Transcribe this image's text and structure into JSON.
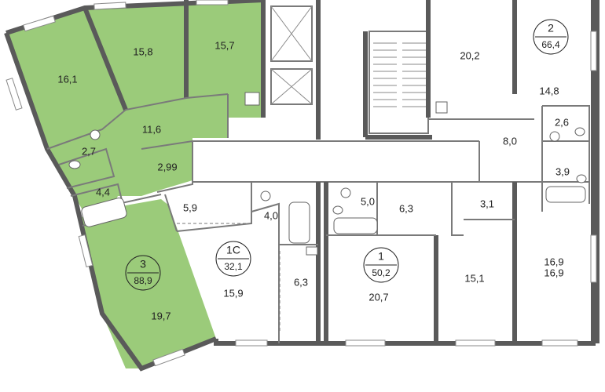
{
  "colors": {
    "selected_apartment": "#9bcb7a",
    "wall": "#5a5a5a",
    "background": "#ffffff"
  },
  "apartments": [
    {
      "id": "apt-3",
      "code": "3",
      "area": "88,9"
    },
    {
      "id": "apt-2",
      "code": "2",
      "area": "66,4"
    },
    {
      "id": "apt-1c",
      "code": "1С",
      "area": "32,1"
    },
    {
      "id": "apt-1",
      "code": "1",
      "area": "50,2"
    }
  ],
  "rooms": [
    {
      "id": "r161",
      "label": "16,1"
    },
    {
      "id": "r158",
      "label": "15,8"
    },
    {
      "id": "r157",
      "label": "15,7"
    },
    {
      "id": "r116",
      "label": "11,6"
    },
    {
      "id": "r27",
      "label": "2,7"
    },
    {
      "id": "r299",
      "label": "2,99"
    },
    {
      "id": "r44",
      "label": "4,4"
    },
    {
      "id": "r197",
      "label": "19,7"
    },
    {
      "id": "r202",
      "label": "20,2"
    },
    {
      "id": "r148",
      "label": "14,8"
    },
    {
      "id": "r26",
      "label": "2,6"
    },
    {
      "id": "r80",
      "label": "8,0"
    },
    {
      "id": "r39",
      "label": "3,9"
    },
    {
      "id": "r59",
      "label": "5,9"
    },
    {
      "id": "r40",
      "label": "4,0"
    },
    {
      "id": "r50",
      "label": "5,0"
    },
    {
      "id": "r63a",
      "label": "6,3"
    },
    {
      "id": "r31",
      "label": "3,1"
    },
    {
      "id": "r159",
      "label": "15,9"
    },
    {
      "id": "r63b",
      "label": "6,3"
    },
    {
      "id": "r207",
      "label": "20,7"
    },
    {
      "id": "r151",
      "label": "15,1"
    },
    {
      "id": "r169a",
      "label": "16,9"
    },
    {
      "id": "r169b",
      "label": "16,9"
    }
  ]
}
